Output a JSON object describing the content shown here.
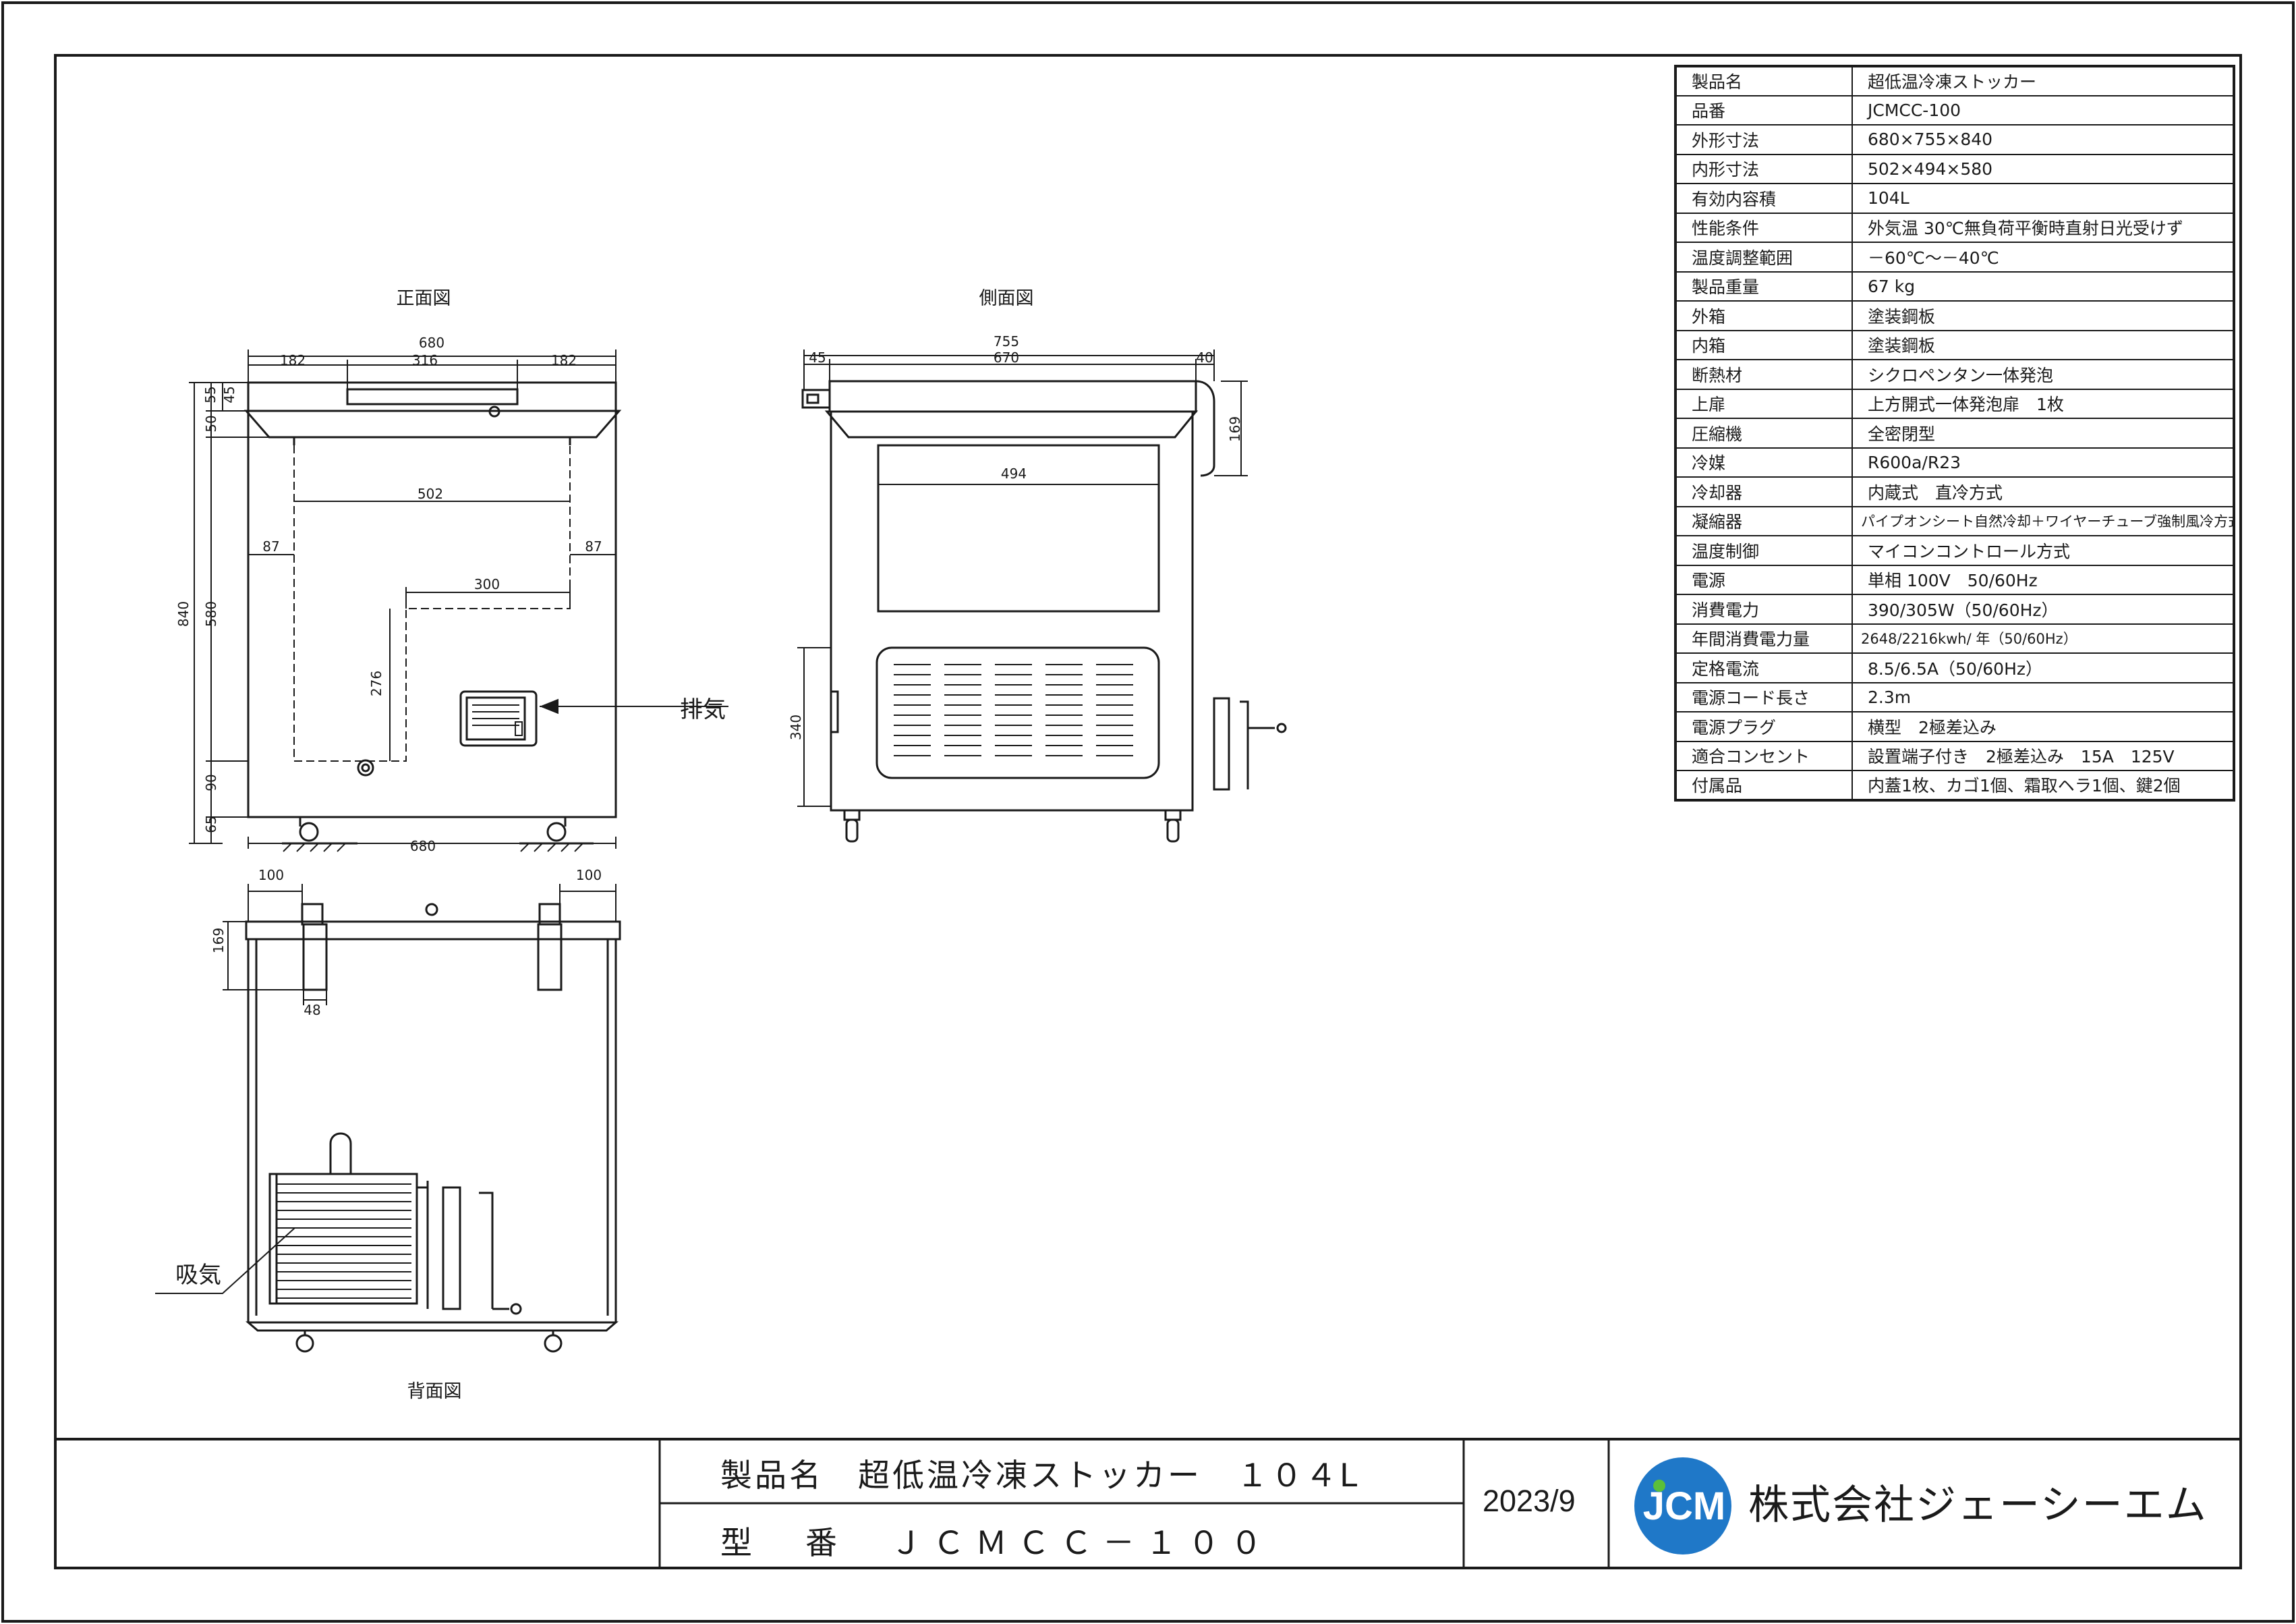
{
  "views": {
    "front_title": "正面図",
    "side_title": "側面図",
    "back_title": "背面図"
  },
  "callouts": {
    "exhaust": "排気",
    "intake": "吸気"
  },
  "front_dims": {
    "top_overall": "680",
    "top_left": "182",
    "top_mid": "316",
    "top_right": "182",
    "inner_width": "502",
    "left_gap": "87",
    "right_gap": "87",
    "step_width": "300",
    "step_height": "276",
    "overall_height": "840",
    "lid_45": "45",
    "lid_55": "55",
    "v_50": "50",
    "inner_height": "580",
    "v_90": "90",
    "v_65": "65",
    "bottom_width": "680"
  },
  "side_dims": {
    "top_overall": "755",
    "left": "45",
    "mid": "670",
    "right": "40",
    "inner_depth": "494",
    "lid_height": "169",
    "grille_height": "340"
  },
  "back_dims": {
    "left_100": "100",
    "right_100": "100",
    "hinge_169": "169",
    "hinge_48": "48"
  },
  "spec_table": [
    {
      "label": "製品名",
      "value": "超低温冷凍ストッカー"
    },
    {
      "label": "品番",
      "value": "JCMCC-100"
    },
    {
      "label": "外形寸法",
      "value": "680×755×840"
    },
    {
      "label": "内形寸法",
      "value": "502×494×580"
    },
    {
      "label": "有効内容積",
      "value": "104L"
    },
    {
      "label": "性能条件",
      "value": "外気温 30℃無負荷平衡時直射日光受けず"
    },
    {
      "label": "温度調整範囲",
      "value": "－60℃～－40℃"
    },
    {
      "label": "製品重量",
      "value": "67 kg"
    },
    {
      "label": "外箱",
      "value": "塗装鋼板"
    },
    {
      "label": "内箱",
      "value": "塗装鋼板"
    },
    {
      "label": "断熱材",
      "value": "シクロペンタン一体発泡"
    },
    {
      "label": "上扉",
      "value": "上方開式一体発泡扉　1枚"
    },
    {
      "label": "圧縮機",
      "value": "全密閉型"
    },
    {
      "label": "冷媒",
      "value": "R600a/R23"
    },
    {
      "label": "冷却器",
      "value": "内蔵式　直冷方式"
    },
    {
      "label": "凝縮器",
      "value": "パイプオンシート自然冷却＋ワイヤーチューブ強制風冷方式"
    },
    {
      "label": "温度制御",
      "value": "マイコンコントロール方式"
    },
    {
      "label": "電源",
      "value": "単相 100V　50/60Hz"
    },
    {
      "label": "消費電力",
      "value": "390/305W（50/60Hz）"
    },
    {
      "label": "年間消費電力量",
      "value": "2648/2216kwh/ 年（50/60Hz）"
    },
    {
      "label": "定格電流",
      "value": "8.5/6.5A（50/60Hz）"
    },
    {
      "label": "電源コード長さ",
      "value": "2.3m"
    },
    {
      "label": "電源プラグ",
      "value": "横型　2極差込み"
    },
    {
      "label": "適合コンセント",
      "value": "設置端子付き　2極差込み　15A　125V"
    },
    {
      "label": "付属品",
      "value": "内蓋1枚、カゴ1個、霜取ヘラ1個、鍵2個"
    }
  ],
  "title_block": {
    "product_line": "製品名　超低温冷凍ストッカー　１０４L",
    "model_line": "型　番　ＪＣＭＣＣ－１００",
    "date": "2023/9",
    "company": "株式会社ジェーシーエム",
    "logo_text": "JCM"
  },
  "colors": {
    "line": "#1a1a1a",
    "logo_blue": "#1f78c8",
    "logo_green": "#5bbf3a"
  }
}
